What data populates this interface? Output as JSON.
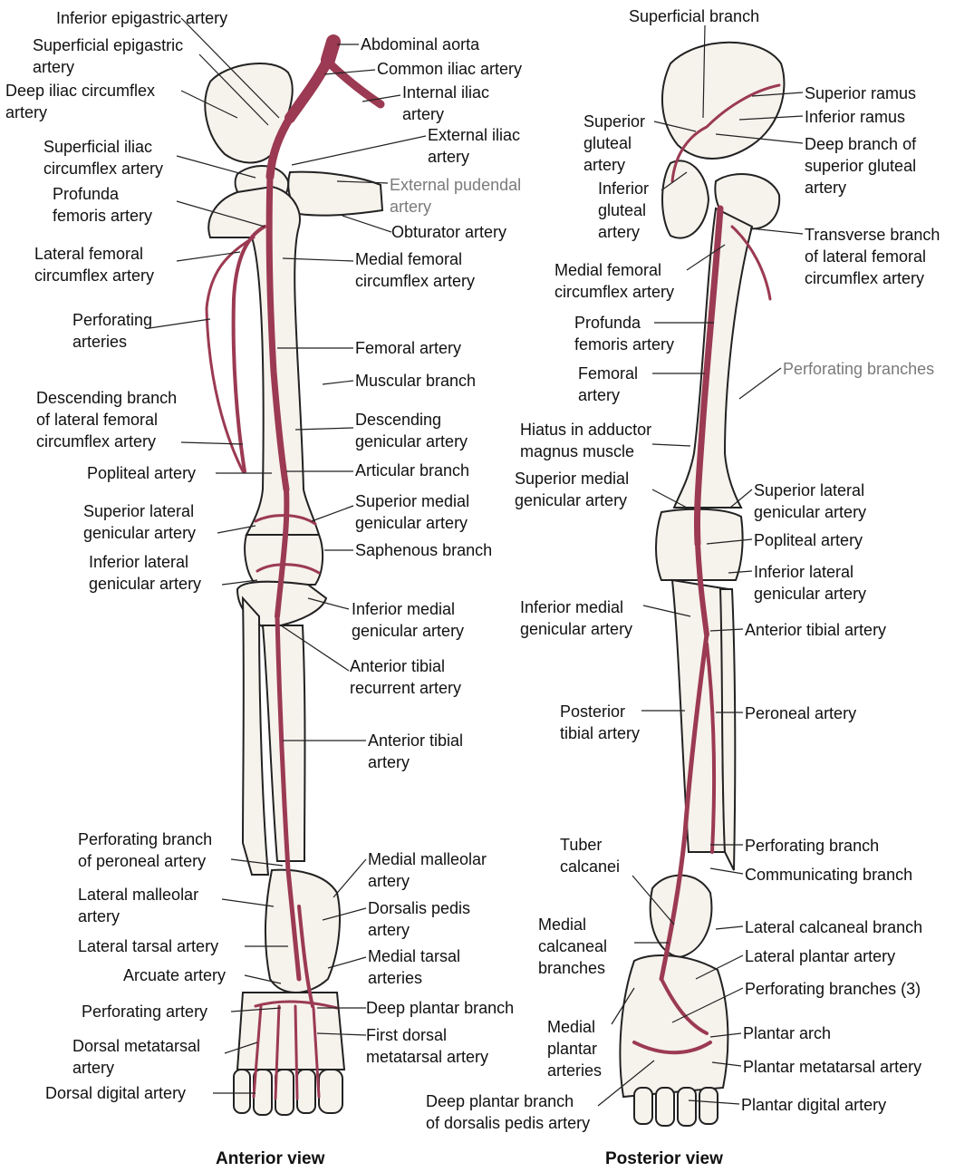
{
  "colors": {
    "artery": "#9b3a52",
    "bone_fill": "#f6f2ec",
    "bone_outline": "#222222",
    "leader": "#222222",
    "label_text": "#111111"
  },
  "views": {
    "anterior": {
      "caption": "Anterior view",
      "labels": {
        "inferior_epigastric": "Inferior epigastric artery",
        "superficial_epigastric": "Superficial epigastric\nartery",
        "deep_iliac_circumflex": "Deep iliac circumflex\nartery",
        "superficial_iliac_circumflex": "Superficial iliac\ncircumflex artery",
        "profunda_femoris": "Profunda\nfemoris artery",
        "lateral_femoral_circumflex": "Lateral femoral\ncircumflex artery",
        "perforating_arteries": "Perforating\narteries",
        "descending_branch_lfc": "Descending branch\nof lateral femoral\ncircumflex artery",
        "popliteal": "Popliteal artery",
        "superior_lateral_genicular": "Superior lateral\ngenicular artery",
        "inferior_lateral_genicular": "Inferior lateral\ngenicular artery",
        "perforating_branch_peroneal": "Perforating branch\nof peroneal artery",
        "lateral_malleolar": "Lateral malleolar\nartery",
        "lateral_tarsal": "Lateral tarsal artery",
        "arcuate": "Arcuate artery",
        "perforating_artery": "Perforating artery",
        "dorsal_metatarsal": "Dorsal metatarsal\nartery",
        "dorsal_digital": "Dorsal digital artery",
        "abdominal_aorta": "Abdominal aorta",
        "common_iliac": "Common iliac artery",
        "internal_iliac": "Internal iliac\nartery",
        "external_iliac": "External iliac\nartery",
        "external_pudendal": "External pudendal\nartery",
        "obturator": "Obturator artery",
        "medial_femoral_circumflex": "Medial femoral\ncircumflex artery",
        "femoral": "Femoral artery",
        "muscular_branch": "Muscular branch",
        "descending_genicular": "Descending\ngenicular artery",
        "articular_branch": "Articular branch",
        "superior_medial_genicular": "Superior medial\ngenicular artery",
        "saphenous_branch": "Saphenous branch",
        "inferior_medial_genicular": "Inferior medial\ngenicular artery",
        "anterior_tibial_recurrent": "Anterior tibial\nrecurrent artery",
        "anterior_tibial": "Anterior tibial\nartery",
        "medial_malleolar": "Medial malleolar\nartery",
        "dorsalis_pedis": "Dorsalis pedis\nartery",
        "medial_tarsal": "Medial tarsal\narteries",
        "deep_plantar_branch": "Deep plantar branch",
        "first_dorsal_metatarsal": "First dorsal\nmetatarsal artery"
      }
    },
    "posterior": {
      "caption": "Posterior view",
      "labels": {
        "superficial_branch": "Superficial branch",
        "superior_gluteal": "Superior\ngluteal\nartery",
        "inferior_gluteal": "Inferior\ngluteal\nartery",
        "medial_femoral_circumflex": "Medial femoral\ncircumflex artery",
        "profunda_femoris": "Profunda\nfemoris artery",
        "femoral": "Femoral\nartery",
        "hiatus_adductor": "Hiatus in adductor\nmagnus muscle",
        "superior_medial_genicular": "Superior medial\ngenicular artery",
        "inferior_medial_genicular": "Inferior medial\ngenicular artery",
        "posterior_tibial": "Posterior\ntibial artery",
        "tuber_calcanei": "Tuber\ncalcanei",
        "medial_calcaneal": "Medial\ncalcaneal\nbranches",
        "medial_plantar": "Medial\nplantar\narteries",
        "deep_plantar_dorsalis": "Deep plantar branch\nof dorsalis pedis artery",
        "superior_ramus": "Superior ramus",
        "inferior_ramus": "Inferior ramus",
        "deep_branch_superior_gluteal": "Deep branch of\nsuperior gluteal\nartery",
        "transverse_branch_lfc": "Transverse branch\nof lateral femoral\ncircumflex artery",
        "perforating_branches": "Perforating branches",
        "superior_lateral_genicular": "Superior lateral\ngenicular artery",
        "popliteal": "Popliteal artery",
        "inferior_lateral_genicular": "Inferior lateral\ngenicular artery",
        "anterior_tibial": "Anterior tibial artery",
        "peroneal": "Peroneal artery",
        "perforating_branch": "Perforating branch",
        "communicating_branch": "Communicating branch",
        "lateral_calcaneal": "Lateral calcaneal branch",
        "lateral_plantar": "Lateral plantar artery",
        "perforating_branches_3": "Perforating branches (3)",
        "plantar_arch": "Plantar arch",
        "plantar_metatarsal": "Plantar metatarsal artery",
        "plantar_digital": "Plantar digital artery"
      }
    }
  }
}
